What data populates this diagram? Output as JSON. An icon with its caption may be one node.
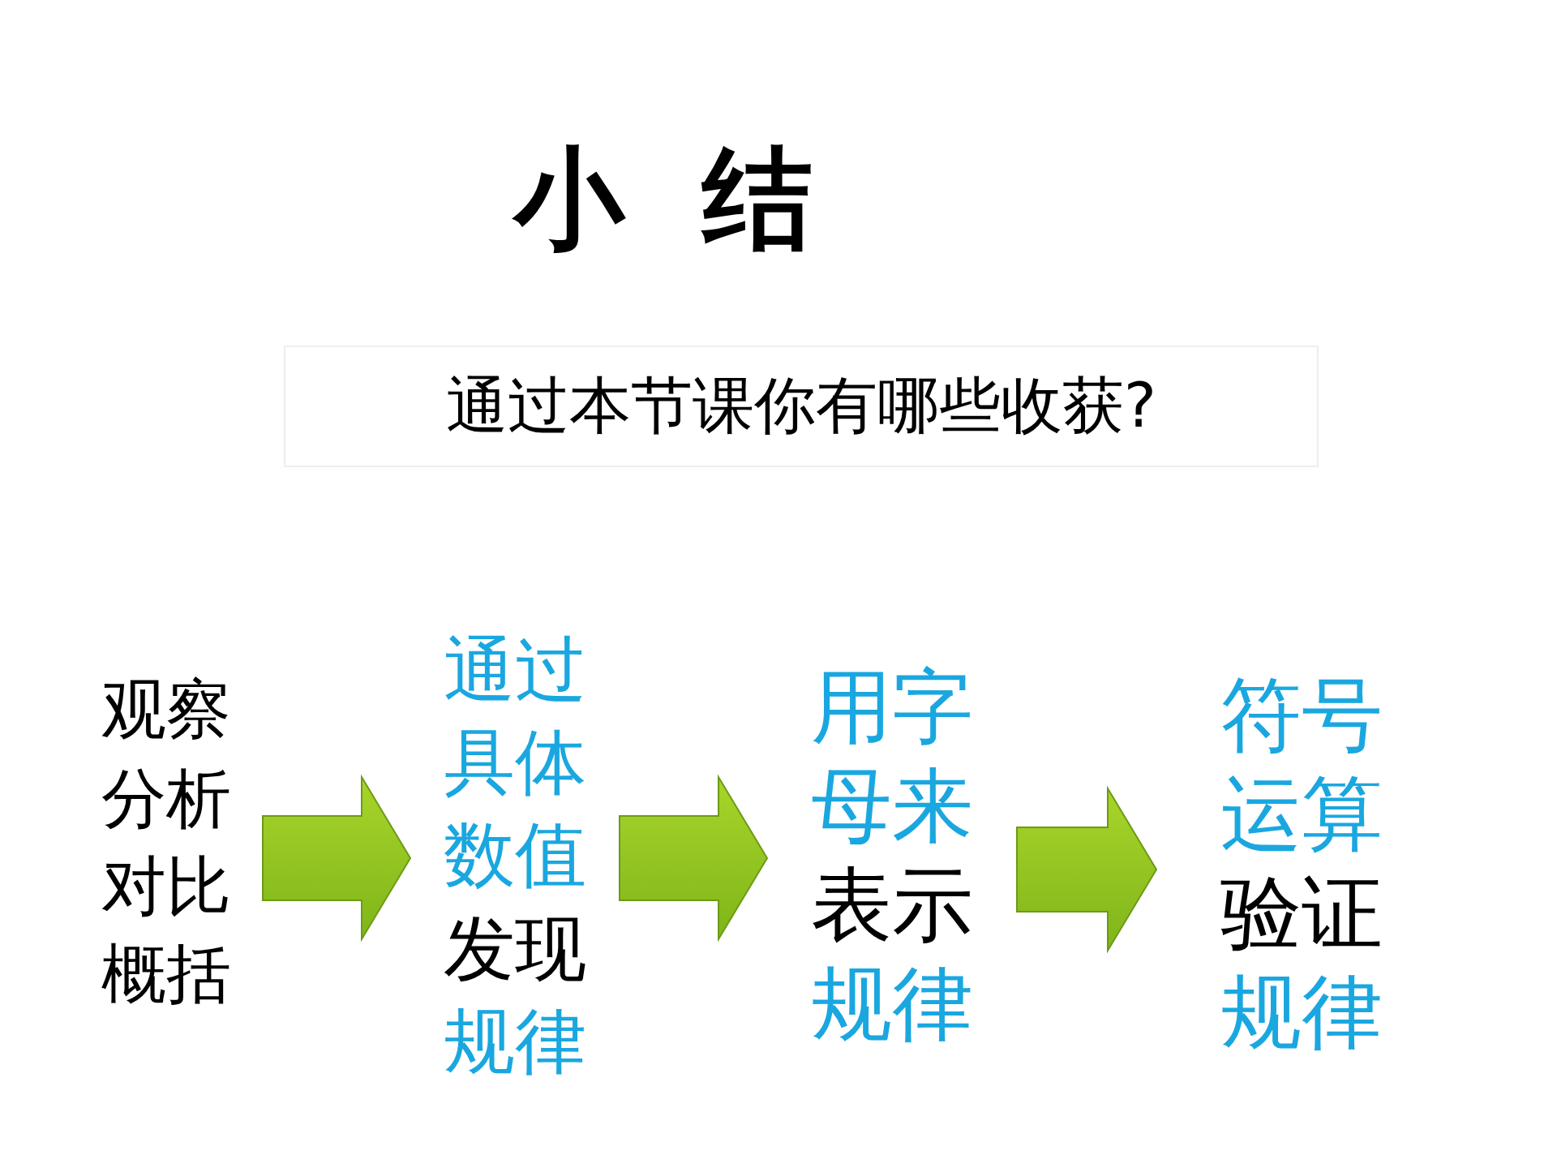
{
  "diagram": {
    "title": "小 结",
    "nodes": [
      {
        "text": [
          "通过本节课你有哪些收获?"
        ]
      },
      {
        "text": [
          "观察分析对比概括"
        ]
      },
      {
        "text": [
          "通过具体数值",
          "发现",
          "规律"
        ]
      },
      {
        "text": [
          "用字母来",
          "表示",
          "规律"
        ]
      },
      {
        "text": [
          "符号运算",
          "验证",
          "规律"
        ]
      }
    ],
    "edges": [
      {
        "from": 1,
        "to": 2,
        "arrow": "to"
      },
      {
        "from": 2,
        "to": 3,
        "arrow": "to"
      },
      {
        "from": 3,
        "to": 4,
        "arrow": "to"
      }
    ]
  }
}
